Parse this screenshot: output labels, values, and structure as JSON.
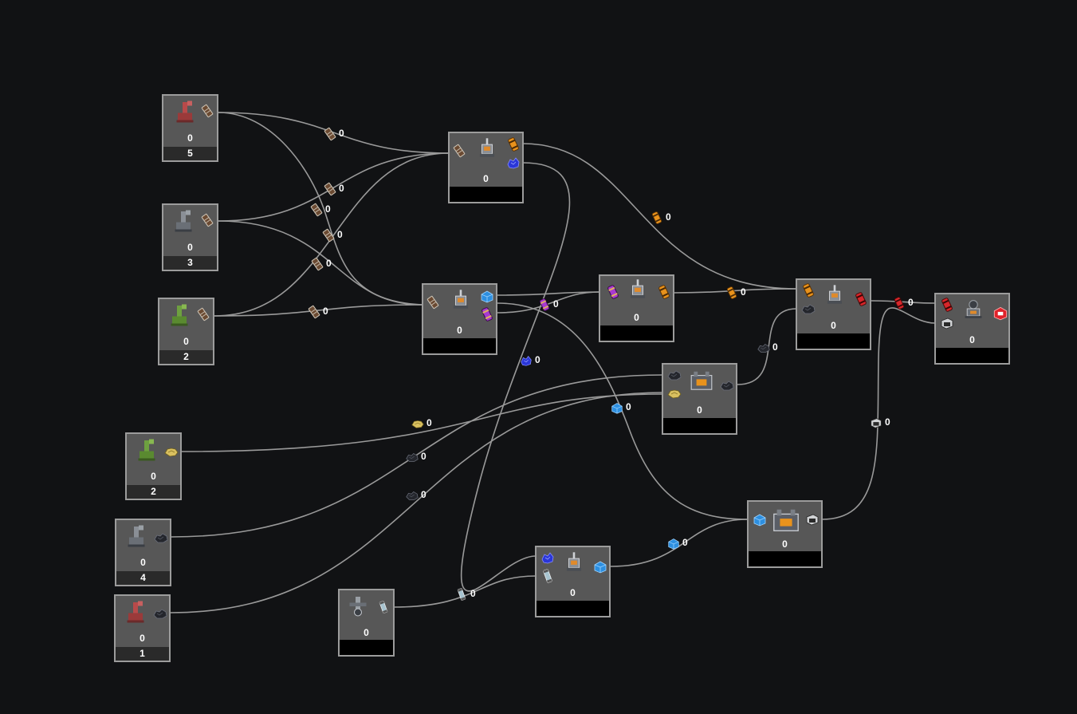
{
  "colors": {
    "background": "#111214",
    "node_fill": "#575757",
    "node_border": "#9c9c9c",
    "footer_dark": "#000000",
    "footer_grey": "#2a2a2a",
    "wire": "#9a9a9a"
  },
  "nodes": [
    {
      "id": "n1",
      "icons": [
        "red-drill-icon",
        "plank-icon"
      ],
      "value": "0",
      "footer": "5",
      "footer_style": "grey"
    },
    {
      "id": "n2",
      "icons": [
        "grey-drill-icon",
        "plank-icon"
      ],
      "value": "0",
      "footer": "3",
      "footer_style": "grey"
    },
    {
      "id": "n3",
      "icons": [
        "green-drill-icon",
        "plank-icon"
      ],
      "value": "0",
      "footer": "2",
      "footer_style": "grey"
    },
    {
      "id": "n4",
      "icons": [
        "plank-icon",
        "assembler-icon",
        "orange-canister-icon",
        "blue-crystal-icon"
      ],
      "value": "0",
      "footer": "",
      "footer_style": "dark"
    },
    {
      "id": "n5",
      "icons": [
        "plank-icon",
        "assembler-icon",
        "blue-block-icon",
        "purple-canister-icon"
      ],
      "value": "0",
      "footer": "",
      "footer_style": "dark"
    },
    {
      "id": "n6",
      "icons": [
        "purple-canister-icon",
        "assembler-icon",
        "orange-canister-icon"
      ],
      "value": "0",
      "footer": "",
      "footer_style": "dark"
    },
    {
      "id": "n7",
      "icons": [
        "orange-canister-icon",
        "coal-icon",
        "assembler-icon",
        "red-canister-icon"
      ],
      "value": "0",
      "footer": "",
      "footer_style": "dark"
    },
    {
      "id": "n8",
      "icons": [
        "red-canister-icon",
        "steel-frame-icon",
        "robot-assembler-icon",
        "red-cube-icon"
      ],
      "value": "0",
      "footer": "",
      "footer_style": "dark"
    },
    {
      "id": "n9",
      "icons": [
        "coal-icon",
        "sulfur-ore-icon",
        "furnace-icon",
        "coal-icon"
      ],
      "value": "0",
      "footer": "",
      "footer_style": "dark"
    },
    {
      "id": "n10",
      "icons": [
        "green-drill-icon",
        "sulfur-ore-icon"
      ],
      "value": "0",
      "footer": "2",
      "footer_style": "grey"
    },
    {
      "id": "n11",
      "icons": [
        "grey-drill-icon",
        "coal-icon"
      ],
      "value": "0",
      "footer": "4",
      "footer_style": "grey"
    },
    {
      "id": "n12",
      "icons": [
        "red-drill-icon",
        "coal-icon"
      ],
      "value": "0",
      "footer": "1",
      "footer_style": "grey"
    },
    {
      "id": "n13",
      "icons": [
        "pump-icon",
        "glass-tube-icon"
      ],
      "value": "0",
      "footer": "",
      "footer_style": "dark"
    },
    {
      "id": "n14",
      "icons": [
        "blue-crystal-icon",
        "glass-tube-icon",
        "assembler-icon",
        "blue-block-icon"
      ],
      "value": "0",
      "footer": "",
      "footer_style": "dark"
    },
    {
      "id": "n15",
      "icons": [
        "blue-block-icon",
        "furnace-icon",
        "steel-frame-icon"
      ],
      "value": "0",
      "footer": "",
      "footer_style": "dark"
    }
  ],
  "edges": [
    {
      "icon": "plank-icon",
      "value": "0"
    },
    {
      "icon": "plank-icon",
      "value": "0"
    },
    {
      "icon": "plank-icon",
      "value": "0"
    },
    {
      "icon": "plank-icon",
      "value": "0"
    },
    {
      "icon": "plank-icon",
      "value": "0"
    },
    {
      "icon": "plank-icon",
      "value": "0"
    },
    {
      "icon": "orange-canister-icon",
      "value": "0"
    },
    {
      "icon": "purple-canister-icon",
      "value": "0"
    },
    {
      "icon": "orange-canister-icon",
      "value": "0"
    },
    {
      "icon": "red-canister-icon",
      "value": "0"
    },
    {
      "icon": "coal-icon",
      "value": "0"
    },
    {
      "icon": "blue-crystal-icon",
      "value": "0"
    },
    {
      "icon": "blue-block-icon",
      "value": "0"
    },
    {
      "icon": "sulfur-ore-icon",
      "value": "0"
    },
    {
      "icon": "coal-icon",
      "value": "0"
    },
    {
      "icon": "coal-icon",
      "value": "0"
    },
    {
      "icon": "steel-frame-icon",
      "value": "0"
    },
    {
      "icon": "glass-tube-icon",
      "value": "0"
    },
    {
      "icon": "blue-block-icon",
      "value": "0"
    }
  ]
}
